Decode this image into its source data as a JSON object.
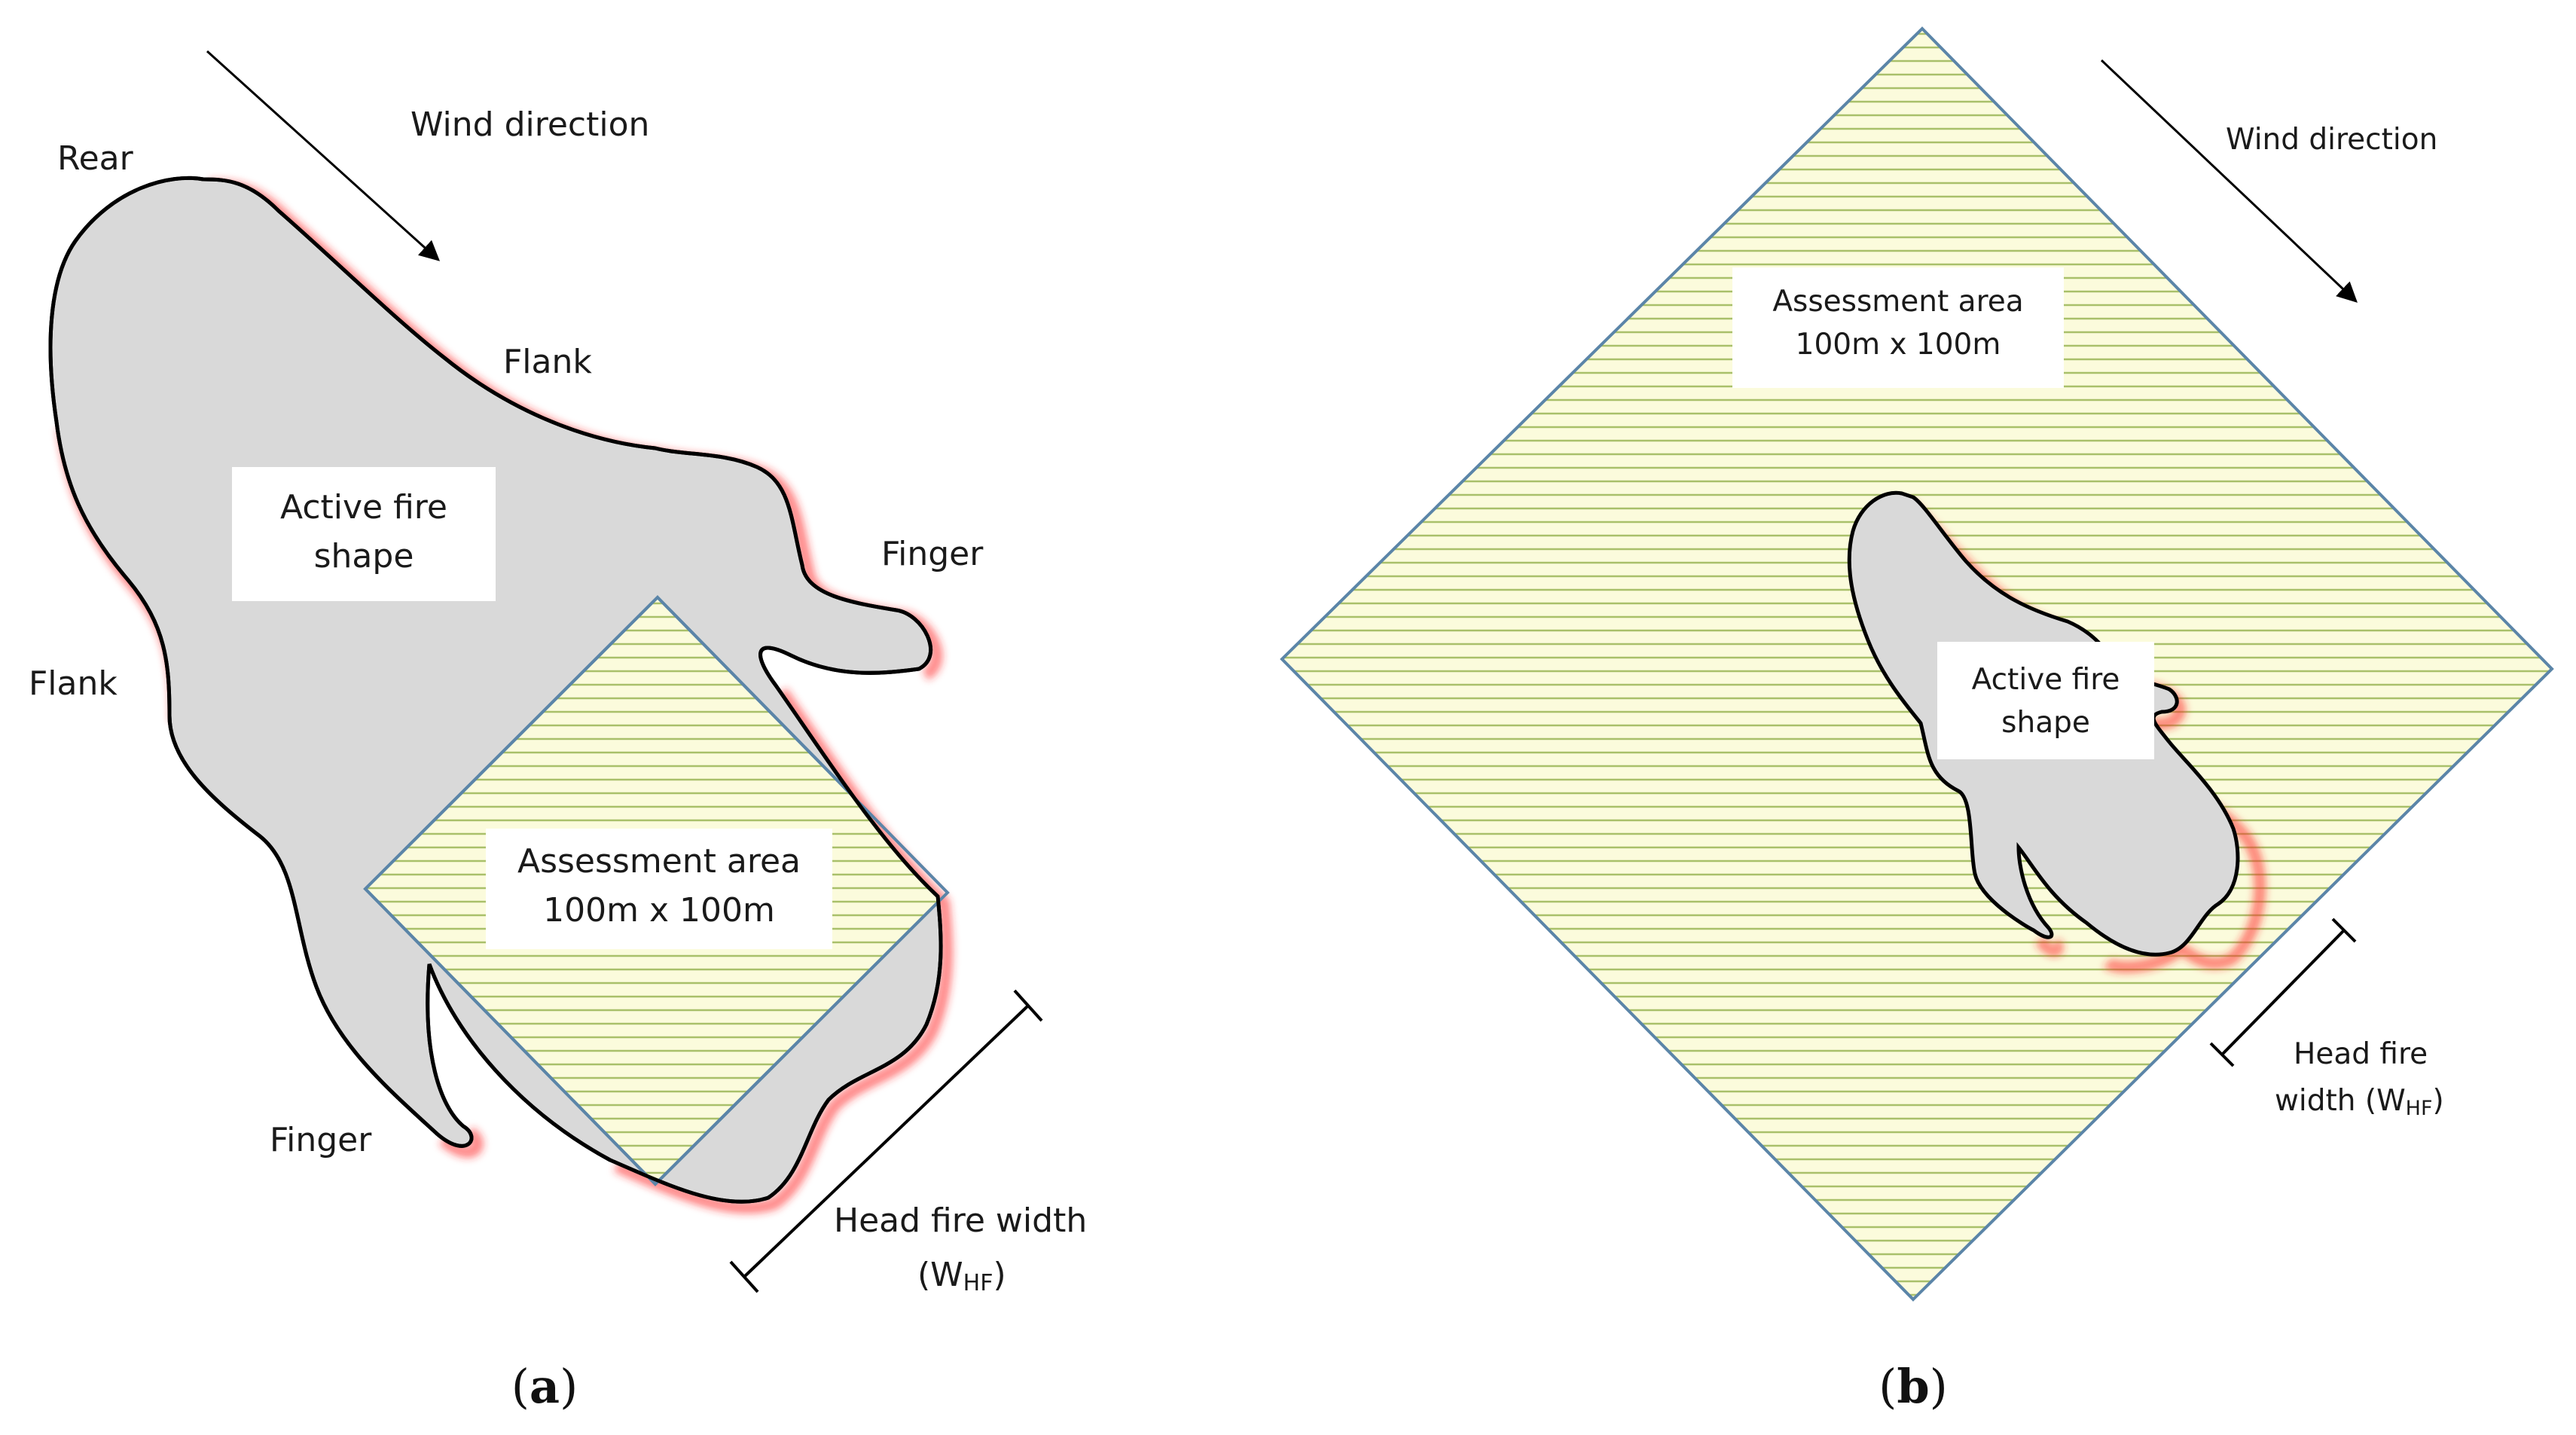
{
  "colors": {
    "fire_fill": "#d9d9d9",
    "fire_outline": "#000000",
    "fire_glow": "#ff2a2a",
    "assessment_fill": "#fbfbdc",
    "assessment_stripe": "#a9c06a",
    "assessment_border": "#5b85a8",
    "label_box": "#ffffff"
  },
  "icons": {
    "wind": "arrow-icon",
    "head_fire": "dimension-line-icon"
  },
  "panel_a": {
    "wind_label": "Wind direction",
    "rear_label": "Rear",
    "flank_top_label": "Flank",
    "flank_left_label": "Flank",
    "finger_right_label": "Finger",
    "finger_left_label": "Finger",
    "fire_label_line1": "Active fire",
    "fire_label_line2": "shape",
    "area_label_line1": "Assessment area",
    "area_label_line2": "100m x 100m",
    "head_label_line1": "Head fire width",
    "head_label_open": "(W",
    "head_label_sub": "HF",
    "head_label_close": ")",
    "caption_open": "(",
    "caption_letter": "a",
    "caption_close": ")"
  },
  "panel_b": {
    "wind_label": "Wind direction",
    "area_label_line1": "Assessment area",
    "area_label_line2": "100m x 100m",
    "fire_label_line1": "Active fire",
    "fire_label_line2": "shape",
    "head_label_line1": "Head fire",
    "head_label_prefix": "width (W",
    "head_label_sub": "HF",
    "head_label_close": ")",
    "caption_open": "(",
    "caption_letter": "b",
    "caption_close": ")"
  }
}
